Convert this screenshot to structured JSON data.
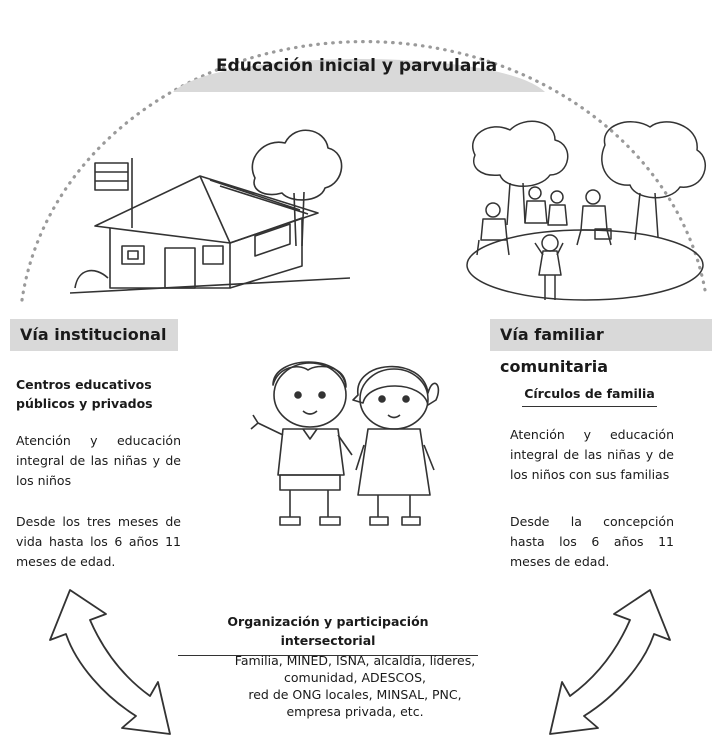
{
  "title": "Educación inicial y parvularia",
  "left": {
    "label": "Vía institucional",
    "heading": "Centros educativos públicos y privados",
    "paragraph1": "Atención y educación integral de las niñas y de los niños",
    "paragraph2": "Desde los tres meses de vida hasta los 6 años 11 meses de edad."
  },
  "right": {
    "label": "Vía familiar comunitaria",
    "heading": "Círculos de familia",
    "paragraph1": "Atención y educación integral de las niñas y de los niños con sus familias",
    "paragraph2": "Desde la concepción hasta los 6 años 11 meses de edad."
  },
  "bottom": {
    "heading": "Organización y participación intersectorial",
    "line1": "Familia, MINED, ISNA, alcaldía, líderes,",
    "line2": "comunidad, ADESCOS,",
    "line3": "red de ONG locales, MINSAL, PNC,",
    "line4": "empresa privada, etc."
  },
  "colors": {
    "label_background": "#d9d9d9",
    "dots": "#9a9a9a",
    "line_art": "#333333"
  },
  "icons": [
    "house-with-flag-illustration",
    "family-circle-illustration",
    "children-illustration",
    "curved-arrow-left",
    "curved-arrow-right"
  ]
}
